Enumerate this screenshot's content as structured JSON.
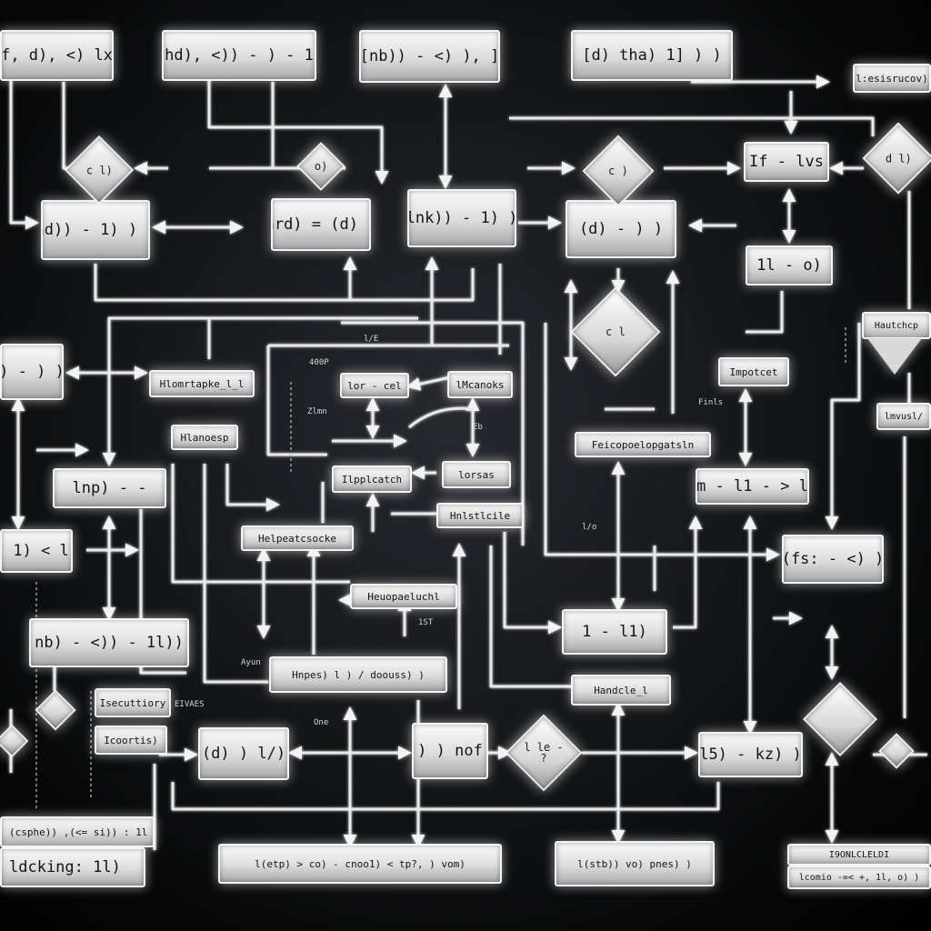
{
  "nodes": {
    "n1": "[f, d), <) lx)",
    "n2": "[hd), <)) - ) - 1]",
    "n3": "[nb)) - <) ), ]",
    "n4": "[d) tha) 1] ) )",
    "n5": "l:esisrucov)",
    "n6": "hd)) - 1) ) )",
    "n7": "hrd) = (d) )",
    "n8": "lnk)) - 1) )",
    "n9": "(d) - ) )",
    "n10": "If - lvs",
    "n11": "1l - o)",
    "n12": ") - ) )",
    "n13": "Hlomrtapke_l_l",
    "n14": "lor - cel",
    "n15": "lMcanoks",
    "n16": "Impotcet",
    "n17": "Hautchcp",
    "n18": "lmvusl/",
    "n19": "Hlanoesp",
    "n20": "Feicopoelopgatsln",
    "n21": "lnp) - -",
    "n22": "Ilpplcatch",
    "n23": "lorsas",
    "n24": "lm - l1 - > l2",
    "n25": "- 1) < l)",
    "n26": "Hnlstlcile",
    "n27": "Helpeatcsocke",
    "n28": "(fs: - <) )",
    "n29": "Heuopaeluchl",
    "n30": "1 - l1)",
    "n31": "nb) - <)) - 1l))",
    "n32": "Hnpes) l ) / doouss) )",
    "n33": "Handcle_l",
    "n34": "Isecuttiory",
    "n35": "Icoortis)",
    "n36": "(d) ) l/)",
    "n37": ") ) nof",
    "n38": "l5) - kz) )",
    "n39": "(csphe)) ,(<= si)) : 1l",
    "n40": "ldcking: 1l)",
    "n41": "l(etp) > co) - cnoo1) < tp?, ) vom)",
    "n42": "l(stb)) vo) pnes) )",
    "n43": "I9ONLCLELDI",
    "n44": "lcomio -=< +, 1l, o) )"
  },
  "diamonds": {
    "d1": "c l)",
    "d2": "o)",
    "d3": "c )",
    "d4": "d l)",
    "d5": "c l",
    "d6": "l le - ?"
  },
  "notes": {
    "t1": "l/E",
    "t2": "400P",
    "t3": "Zlmn",
    "t4": "Eb",
    "t5": "Ayun",
    "t6": "One",
    "t7": "EIVAES",
    "t8": "1ST",
    "t9": "Finls",
    "t10": "l/o"
  }
}
